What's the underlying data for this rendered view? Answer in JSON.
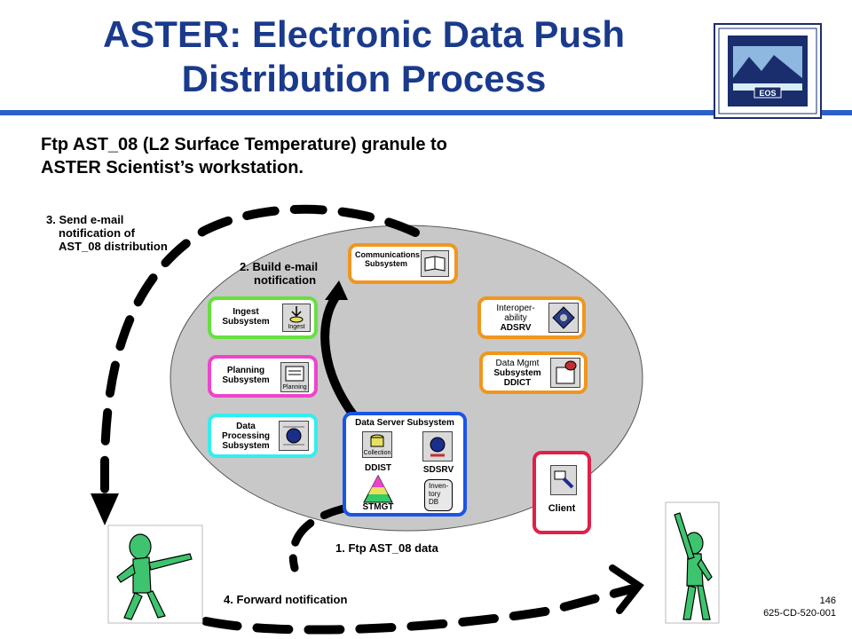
{
  "title": {
    "line1": "ASTER:  Electronic Data Push",
    "line2": "Distribution Process"
  },
  "subtitle": {
    "line1": "Ftp AST_08 (L2 Surface Temperature) granule to",
    "line2": "ASTER Scientist’s workstation."
  },
  "steps": {
    "send_email": {
      "line1": "3. Send e-mail",
      "line2": "notification  of",
      "line3": "AST_08 distribution"
    },
    "build_email": {
      "line1": "2. Build e-mail",
      "line2": "notification"
    },
    "ftp": "1. Ftp AST_08 data",
    "forward": "4. Forward notification"
  },
  "subsystems": {
    "communications": {
      "line1": "Communications",
      "line2": "Subsystem"
    },
    "ingest": {
      "line1": "Ingest",
      "line2": "Subsystem",
      "icon_caption": "Ingest"
    },
    "planning": {
      "line1": "Planning",
      "line2": "Subsystem",
      "icon_caption": "Planning"
    },
    "processing": {
      "line1": "Data",
      "line2": "Processing",
      "line3": "Subsystem"
    },
    "interop": {
      "line1": "Interoper-",
      "line2": "ability",
      "line3": "ADSRV"
    },
    "datamgmt": {
      "line1": "Data Mgmt",
      "line2": "Subsystem",
      "line3": "DDICT"
    },
    "dataserver": {
      "title": "Data Server Subsystem",
      "ddist": "DDIST",
      "collection": "Collection",
      "stmgt": "STMGT",
      "sdsrv": "SDSRV",
      "inv1": "Inven-",
      "inv2": "tory",
      "inv3": "DB"
    },
    "client": "Client"
  },
  "page": {
    "number": "146",
    "doc_id": "625-CD-520-001"
  },
  "colors": {
    "title": "#1a3a8c",
    "rule": "#2b60c8",
    "ellipse": "#c8c8c8",
    "orange": "#f0961e",
    "green": "#66e040",
    "magenta": "#ee44cc",
    "cyan": "#33eeee",
    "blue": "#1a55e8",
    "red": "#e0204a",
    "figure": "#3ec46e"
  }
}
